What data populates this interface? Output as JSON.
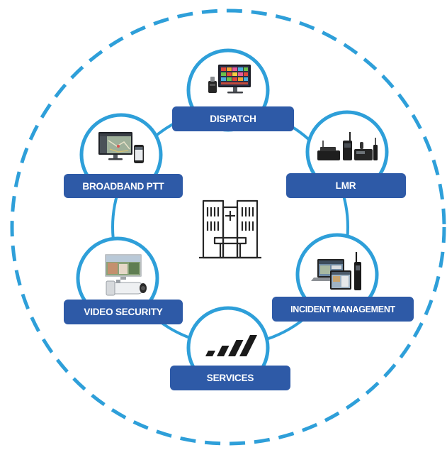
{
  "diagram": {
    "center": {
      "icon": "hospital-building-icon"
    },
    "nodes": [
      {
        "label": "DISPATCH",
        "icon": "dispatch-console-icon"
      },
      {
        "label": "LMR",
        "icon": "lmr-radios-icon"
      },
      {
        "label": "INCIDENT MANAGEMENT",
        "icon": "incident-management-devices-icon"
      },
      {
        "label": "SERVICES",
        "icon": "services-logo-icon"
      },
      {
        "label": "VIDEO SECURITY",
        "icon": "video-security-camera-icon"
      },
      {
        "label": "BROADBAND PTT",
        "icon": "broadband-ptt-devices-icon"
      }
    ]
  },
  "colors": {
    "ring": "#2e9fd9",
    "label_bg": "#2e5aa7",
    "label_text": "#ffffff",
    "icon_line": "#262626",
    "node_fill": "#ffffff"
  }
}
